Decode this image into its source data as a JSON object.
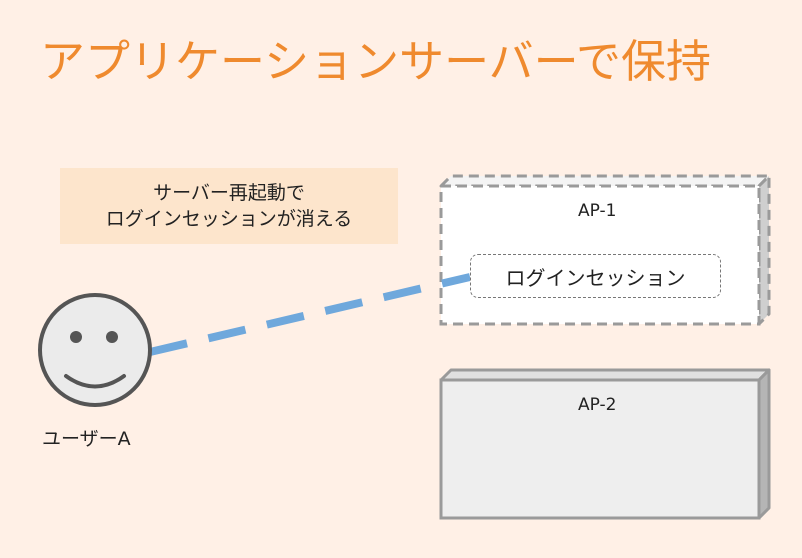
{
  "title": "アプリケーションサーバーで保持",
  "note": {
    "line1": "サーバー再起動で",
    "line2": "ログインセッションが消える"
  },
  "servers": [
    {
      "label": "AP-1",
      "style": "dashed",
      "fill": "#ffffff"
    },
    {
      "label": "AP-2",
      "style": "solid",
      "fill": "#eeeeee"
    }
  ],
  "session": {
    "label": "ログインセッション"
  },
  "user": {
    "label": "ユーザーA",
    "icon": "smiley-face-icon"
  },
  "colors": {
    "title": "#ef8a2e",
    "background": "#fff0e6",
    "note_bg": "#fde5cc",
    "connector": "#6fa8dc",
    "server_border": "#999999"
  }
}
